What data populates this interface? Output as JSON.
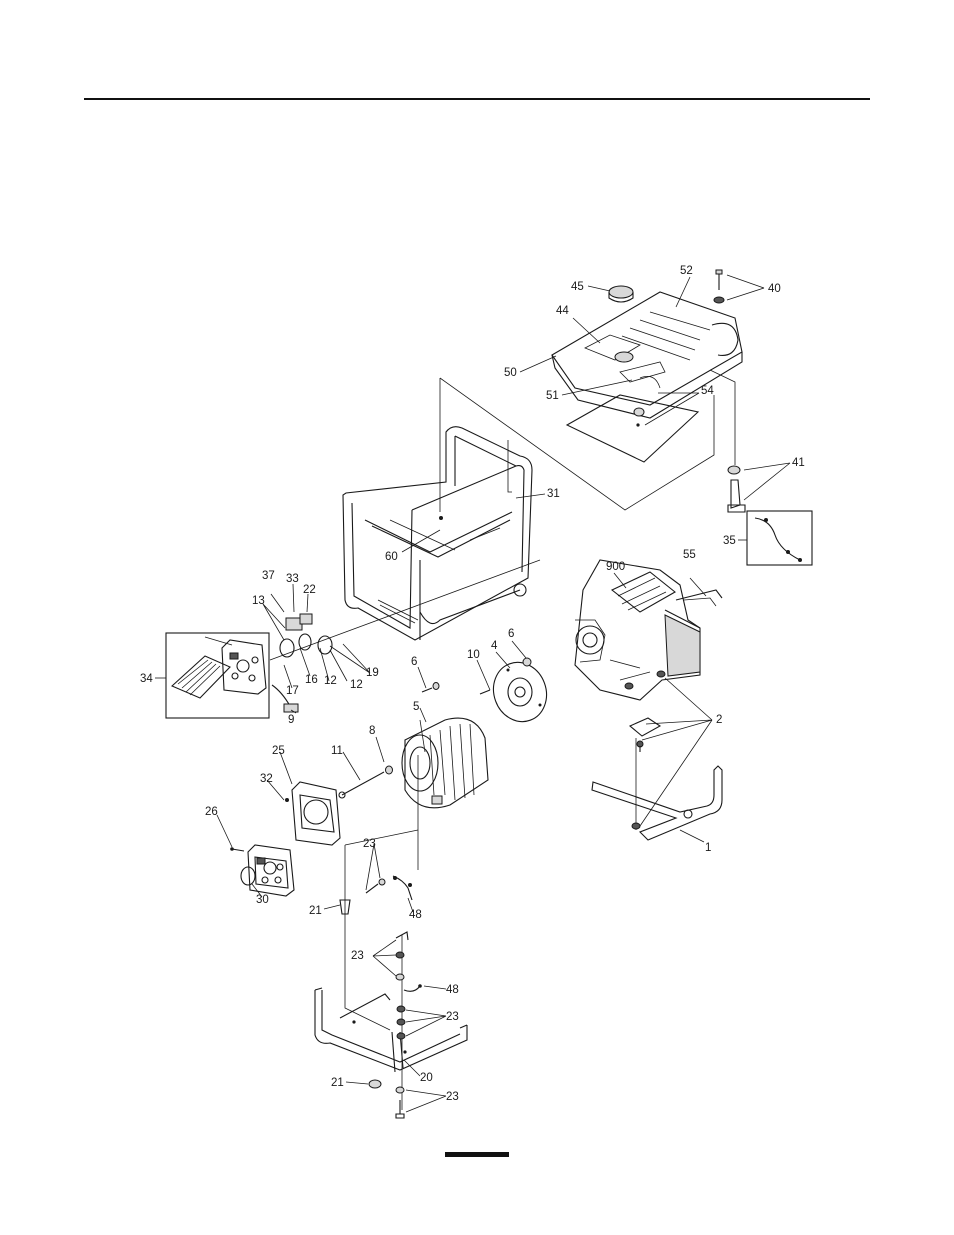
{
  "labels": {
    "p1": "1",
    "p2": "2",
    "p4": "4",
    "p5": "5",
    "p6a": "6",
    "p6b": "6",
    "p8": "8",
    "p9": "9",
    "p10": "10",
    "p11": "11",
    "p12a": "12",
    "p12b": "12",
    "p13": "13",
    "p16": "16",
    "p17": "17",
    "p19": "19",
    "p20": "20",
    "p21a": "21",
    "p21b": "21",
    "p22": "22",
    "p23a": "23",
    "p23b": "23",
    "p23c": "23",
    "p23d": "23",
    "p25": "25",
    "p26": "26",
    "p30": "30",
    "p31": "31",
    "p32": "32",
    "p33": "33",
    "p34": "34",
    "p35": "35",
    "p37": "37",
    "p40": "40",
    "p41": "41",
    "p44": "44",
    "p45": "45",
    "p48a": "48",
    "p48b": "48",
    "p50": "50",
    "p51": "51",
    "p52": "52",
    "p54": "54",
    "p55": "55",
    "p60": "60",
    "p900": "900"
  }
}
